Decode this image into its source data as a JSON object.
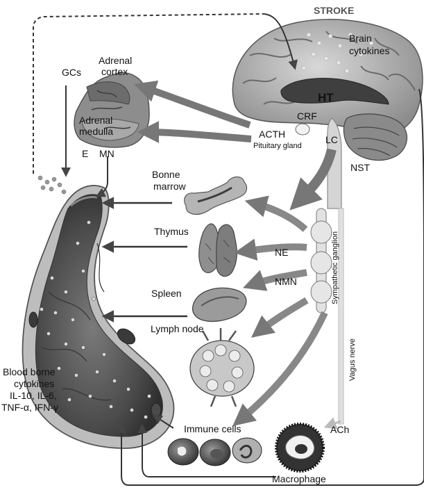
{
  "title": "STROKE",
  "brain": {
    "brain_cytokines": [
      "Brain",
      "cytokines"
    ],
    "ht": "HT",
    "crf": "CRF",
    "acth": "ACTH",
    "pituitary": "Pituitary gland",
    "lc": "LC",
    "nst": "NST"
  },
  "adrenal": {
    "gcs": "GCs",
    "cortex": [
      "Adrenal",
      "cortex"
    ],
    "medulla": [
      "Adrenal",
      "medulla"
    ],
    "e": "E",
    "mn": "MN"
  },
  "organs": {
    "bone_marrow": [
      "Bonne",
      "marrow"
    ],
    "thymus": "Thymus",
    "spleen": "Spleen",
    "lymph_node": "Lymph node"
  },
  "nerves": {
    "ne": "NE",
    "nmn": "NMN",
    "sympathetic_ganglion": "Sympathetic ganglion",
    "vagus_nerve": "Vagus nerve",
    "ach": "ACh"
  },
  "blood": {
    "lines": [
      "Blood borne",
      "cytokines",
      "IL-10, IL-6,",
      "TNF-α, IFN-γ"
    ]
  },
  "cells": {
    "immune_cells": "Immune cells",
    "macrophage": "Macrophage"
  }
}
